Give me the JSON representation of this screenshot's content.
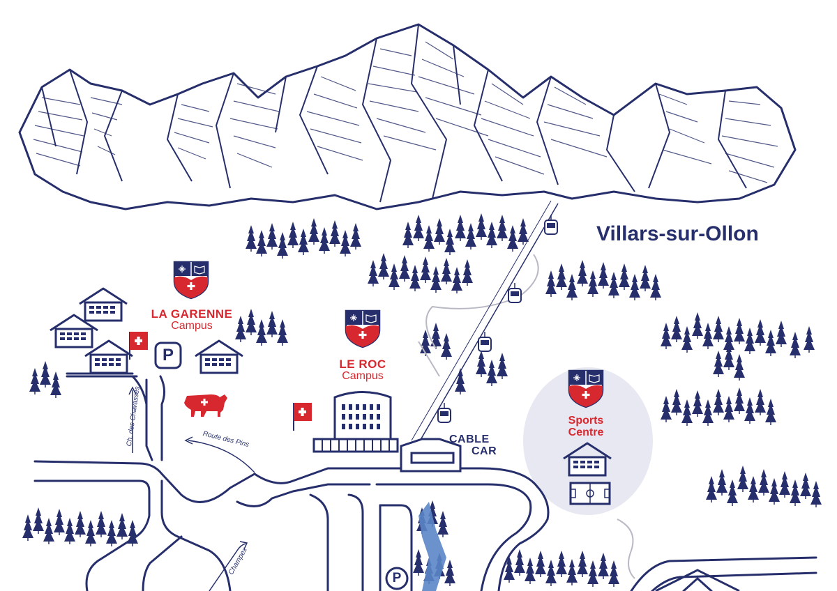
{
  "town_name": "Villars-sur-Ollon",
  "campuses": [
    {
      "name": "LA GARENNE",
      "sub": "Campus"
    },
    {
      "name": "LE ROC",
      "sub": "Campus"
    }
  ],
  "sports": {
    "line1": "Sports",
    "line2": "Centre"
  },
  "cable_car": {
    "line1": "CABLE",
    "line2": "CAR"
  },
  "roads": {
    "chavasses": "Ch. des Chavasses",
    "pins": "Route des Pins",
    "champex": "Champex"
  },
  "parking_symbol": "P",
  "colors": {
    "navy": "#262f6b",
    "red": "#d7282f",
    "water": "#5b86c6",
    "sports_bg": "#e7e8f1"
  }
}
